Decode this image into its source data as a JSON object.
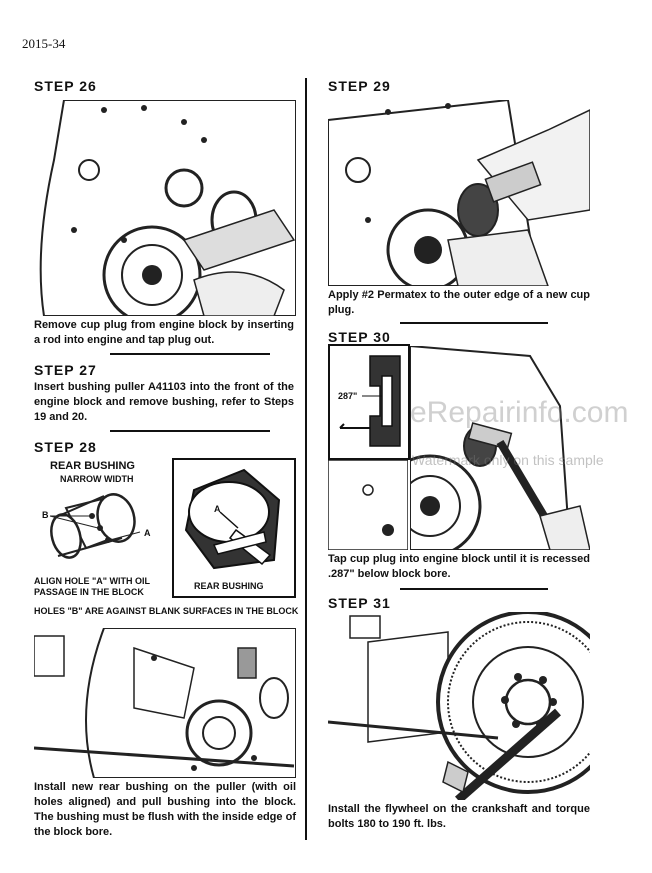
{
  "page": {
    "number": "2015-34"
  },
  "steps": {
    "s26": {
      "heading": "STEP 26",
      "caption": "Remove cup plug from engine block by inserting a rod into engine and tap plug out."
    },
    "s27": {
      "heading": "STEP 27",
      "caption": "Insert bushing puller A41103 into the front of the engine block and remove bushing, refer to Steps 19 and 20."
    },
    "s28": {
      "heading": "STEP 28",
      "diagram_title": "REAR BUSHING",
      "diagram_subtitle": "NARROW WIDTH",
      "label_b": "B",
      "label_a": "A",
      "note_align": "ALIGN HOLE \"A\" WITH OIL PASSAGE IN THE BLOCK",
      "inset_label": "REAR BUSHING",
      "inset_a": "A",
      "note_holes": "HOLES \"B\" ARE AGAINST BLANK SURFACES IN THE BLOCK",
      "caption": "Install new rear bushing on the puller (with oil holes aligned) and pull bushing into the block. The bushing must be flush with the inside edge of the block bore."
    },
    "s29": {
      "heading": "STEP 29",
      "caption": "Apply #2 Permatex to the outer edge of a new cup plug."
    },
    "s30": {
      "heading": "STEP 30",
      "dimension": "287\"",
      "caption": "Tap cup plug into engine block until it is recessed .287\" below block bore."
    },
    "s31": {
      "heading": "STEP 31",
      "caption": "Install the flywheel on the crankshaft and torque bolts 180 to 190 ft. lbs."
    }
  },
  "watermark": {
    "site": "eRepairinfo.com",
    "note": "Watermark only on this sample"
  }
}
